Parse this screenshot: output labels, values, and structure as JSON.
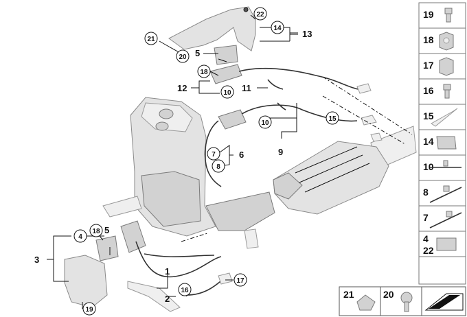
{
  "callouts": {
    "c3": "3",
    "c4": "4",
    "c5a": "5",
    "c5b": "5",
    "c6": "6",
    "c7": "7",
    "c8": "8",
    "c9": "9",
    "c10a": "10",
    "c10b": "10",
    "c11": "11",
    "c12": "12",
    "c13": "13",
    "c14": "14",
    "c15": "15",
    "c16": "16",
    "c17": "17",
    "c18a": "18",
    "c18b": "18",
    "c19": "19",
    "c20": "20",
    "c21": "21",
    "c22": "22",
    "c1": "1",
    "c2": "2"
  },
  "legend": {
    "items": [
      "19",
      "18",
      "17",
      "16",
      "15",
      "14",
      "10",
      "8",
      "7",
      "4",
      "22"
    ],
    "bottom": [
      "21",
      "20"
    ]
  }
}
